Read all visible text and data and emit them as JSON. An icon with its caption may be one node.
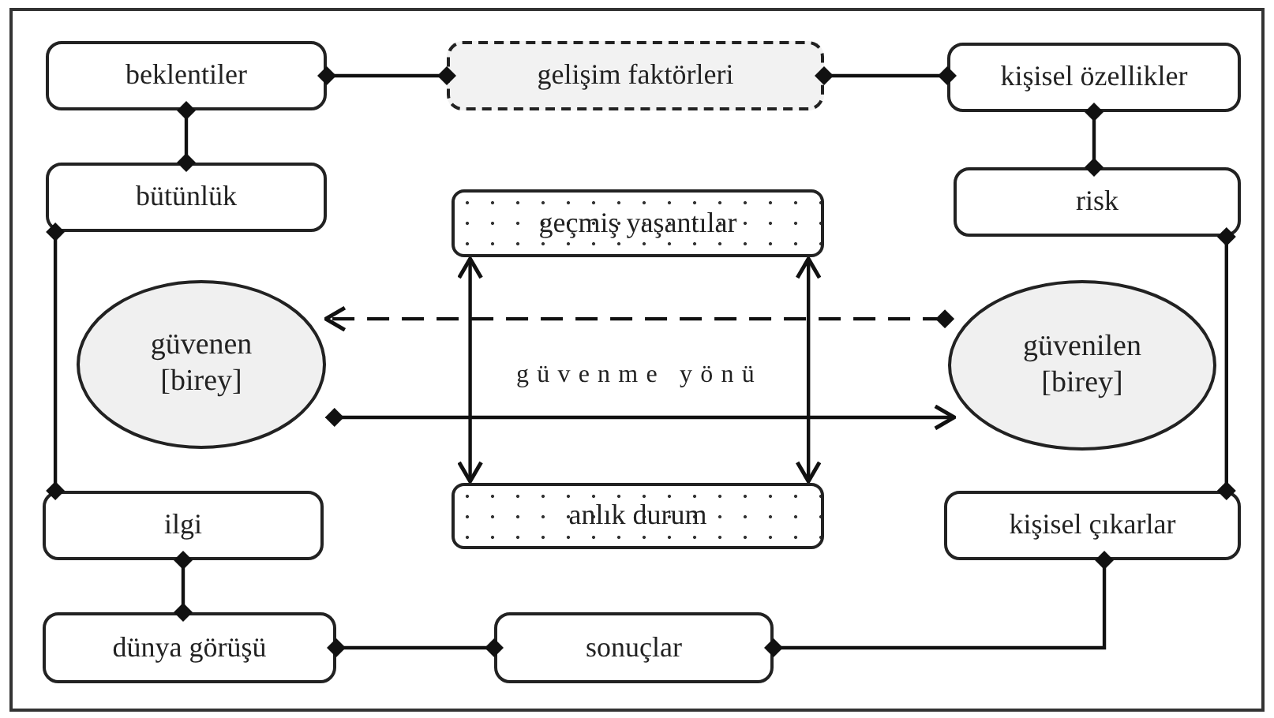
{
  "diagram": {
    "nodes": [
      {
        "text": [
          "beklentiler"
        ]
      },
      {
        "text": [
          "gelişim faktörleri"
        ]
      },
      {
        "text": [
          "kişisel özellikler"
        ]
      },
      {
        "text": [
          "bütünlük"
        ]
      },
      {
        "text": [
          "geçmiş yaşantılar"
        ]
      },
      {
        "text": [
          "risk"
        ]
      },
      {
        "text": [
          "güvenen [birey]"
        ]
      },
      {
        "text": [
          "güvenilen [birey]"
        ]
      },
      {
        "text": [
          "anlık durum"
        ]
      },
      {
        "text": [
          "ilgi"
        ]
      },
      {
        "text": [
          "kişisel çıkarlar"
        ]
      },
      {
        "text": [
          "dünya görüşü"
        ]
      },
      {
        "text": [
          "sonuçlar"
        ]
      }
    ],
    "edges": [
      {
        "from": 0,
        "to": 1,
        "arrow": "other"
      },
      {
        "from": 1,
        "to": 2,
        "arrow": "other"
      },
      {
        "from": 0,
        "to": 3,
        "arrow": "other"
      },
      {
        "from": 2,
        "to": 5,
        "arrow": "other"
      },
      {
        "from": 3,
        "to": 9,
        "arrow": "other"
      },
      {
        "from": 5,
        "to": 10,
        "arrow": "other"
      },
      {
        "from": 9,
        "to": 11,
        "arrow": "other"
      },
      {
        "from": 11,
        "to": 12,
        "arrow": "other"
      },
      {
        "from": 12,
        "to": 10,
        "arrow": "other"
      },
      {
        "from": 7,
        "to": 6,
        "arrow": "to",
        "style": "dashed"
      },
      {
        "from": 6,
        "to": 7,
        "arrow": "to"
      },
      {
        "from": 4,
        "to": 8,
        "arrow": "both"
      },
      {
        "from": 4,
        "to": 8,
        "arrow": "both"
      }
    ],
    "labels": [
      "güvenme yönü"
    ]
  }
}
